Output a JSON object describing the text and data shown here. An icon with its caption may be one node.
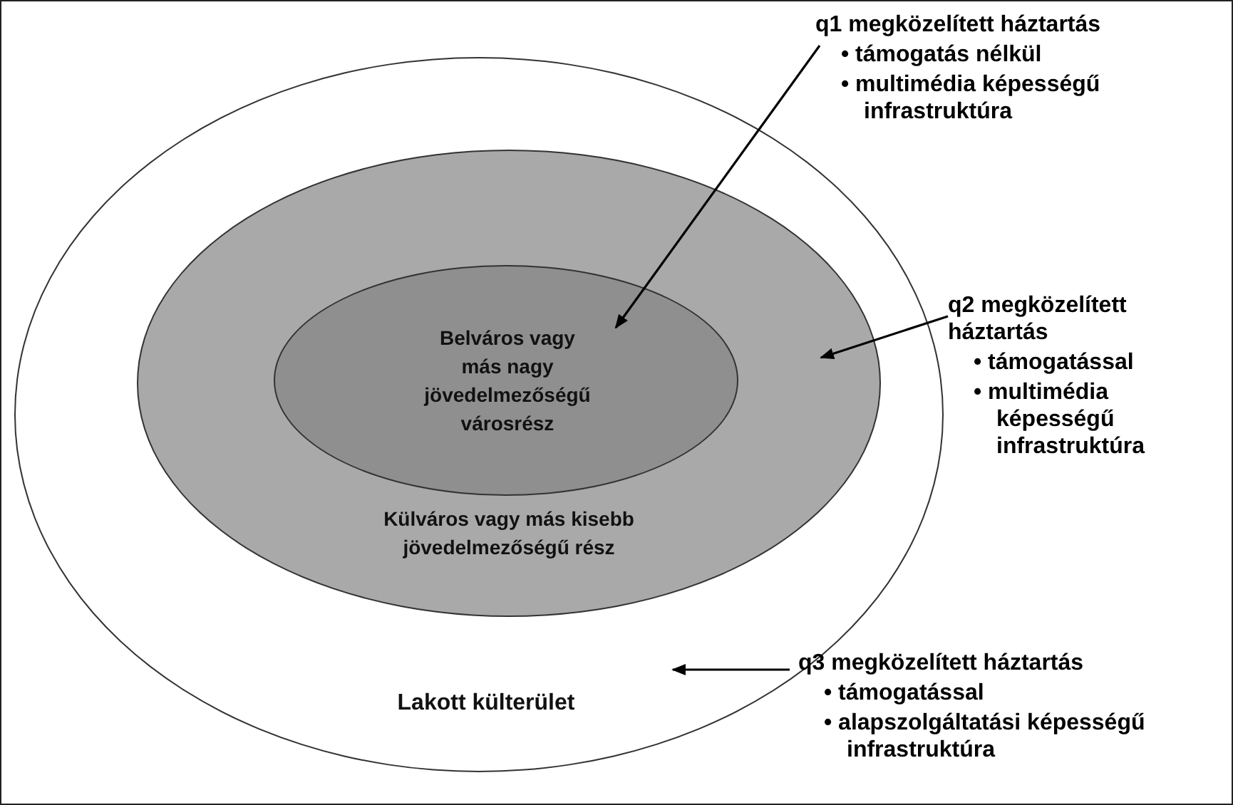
{
  "diagram": {
    "nodes": [
      {
        "text": [
          "Lakott külterület"
        ]
      },
      {
        "text": [
          "Külváros vagy más kisebb jövedelmezőségű rész"
        ],
        "in": 0
      },
      {
        "text": [
          "Belváros vagy más nagy jövedelmezőségű városrész"
        ],
        "in": 1
      },
      {
        "text": [
          "q1 megközelített háztartás",
          "• támogatás nélkül",
          "• multimédia képességű infrastruktúra"
        ]
      },
      {
        "text": [
          "q2 megközelített háztartás",
          "• támogatással",
          "• multimédia képességű infrastruktúra"
        ]
      },
      {
        "text": [
          "q3 megközelített háztartás",
          "• támogatással",
          "• alapszolgáltatási képességű infrastruktúra"
        ]
      }
    ],
    "edges": [
      {
        "from": 3,
        "to": 2,
        "arrow": "to"
      },
      {
        "from": 4,
        "to": 1,
        "arrow": "to"
      },
      {
        "from": 5,
        "to": 0,
        "arrow": "to"
      }
    ]
  }
}
